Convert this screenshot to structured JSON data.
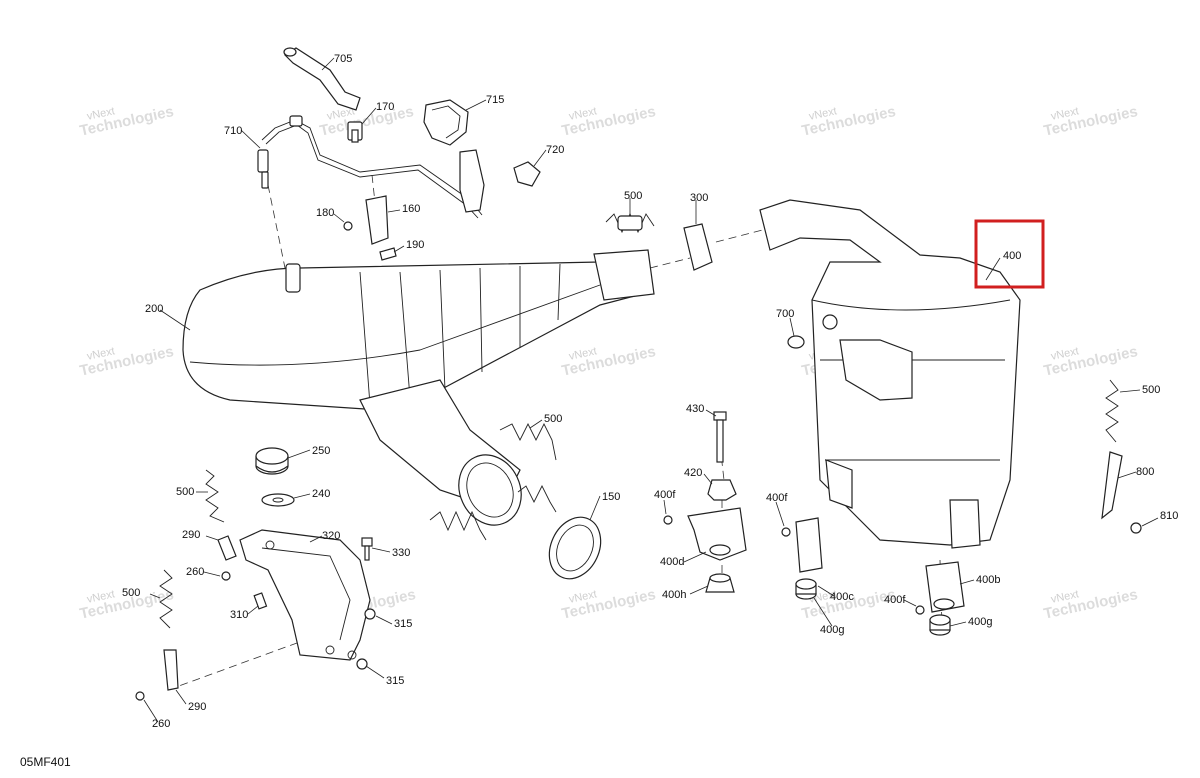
{
  "diagram_code": "05MF401",
  "watermark": {
    "line1": "vNext",
    "line2": "Technologies"
  },
  "highlight_color": "#d11f1f",
  "labels": {
    "l705": "705",
    "l170": "170",
    "l715": "715",
    "l710": "710",
    "l720": "720",
    "l160": "160",
    "l180": "180",
    "l190": "190",
    "l500a": "500",
    "l300": "300",
    "l400": "400",
    "l200": "200",
    "l700": "700",
    "l500b": "500",
    "l430": "430",
    "l500c": "500",
    "l250": "250",
    "l240": "240",
    "l500d": "500",
    "l420": "420",
    "l150": "150",
    "l400f1": "400f",
    "l400f2": "400f",
    "l800": "800",
    "l810": "810",
    "l290a": "290",
    "l320": "320",
    "l330": "330",
    "l260a": "260",
    "l400d": "400d",
    "l500e": "500",
    "l400h": "400h",
    "l400c": "400c",
    "l400b": "400b",
    "l400f3": "400f",
    "l310": "310",
    "l315a": "315",
    "l400g1": "400g",
    "l400g2": "400g",
    "l315b": "315",
    "l290b": "290",
    "l260b": "260"
  }
}
